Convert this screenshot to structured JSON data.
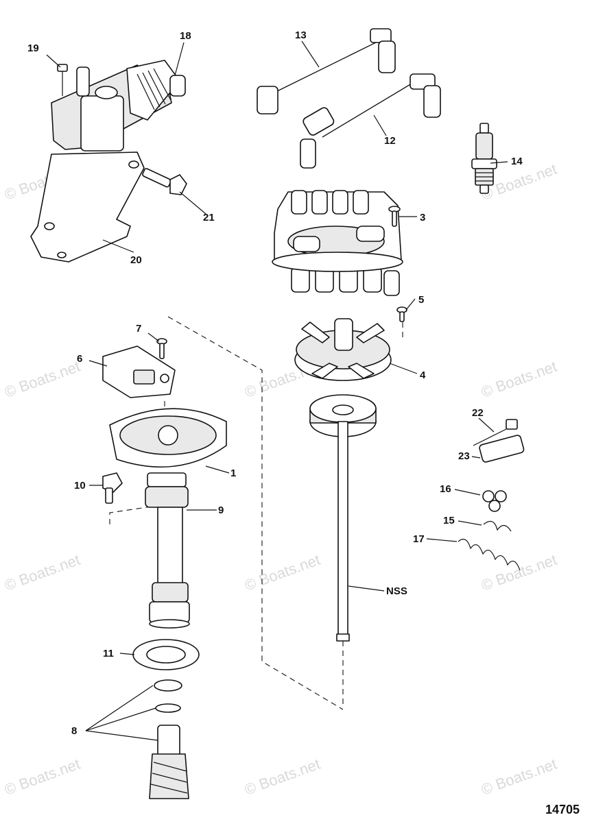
{
  "watermark": "© Boats.net",
  "figure_number": "14705",
  "callouts": [
    "1",
    "3",
    "4",
    "5",
    "6",
    "7",
    "8",
    "9",
    "10",
    "11",
    "12",
    "13",
    "14",
    "15",
    "16",
    "17",
    "18",
    "19",
    "20",
    "21",
    "22",
    "23",
    "NSS"
  ],
  "colors": {
    "line": "#111111",
    "watermark": "#d9d9d9",
    "background": "#ffffff"
  }
}
